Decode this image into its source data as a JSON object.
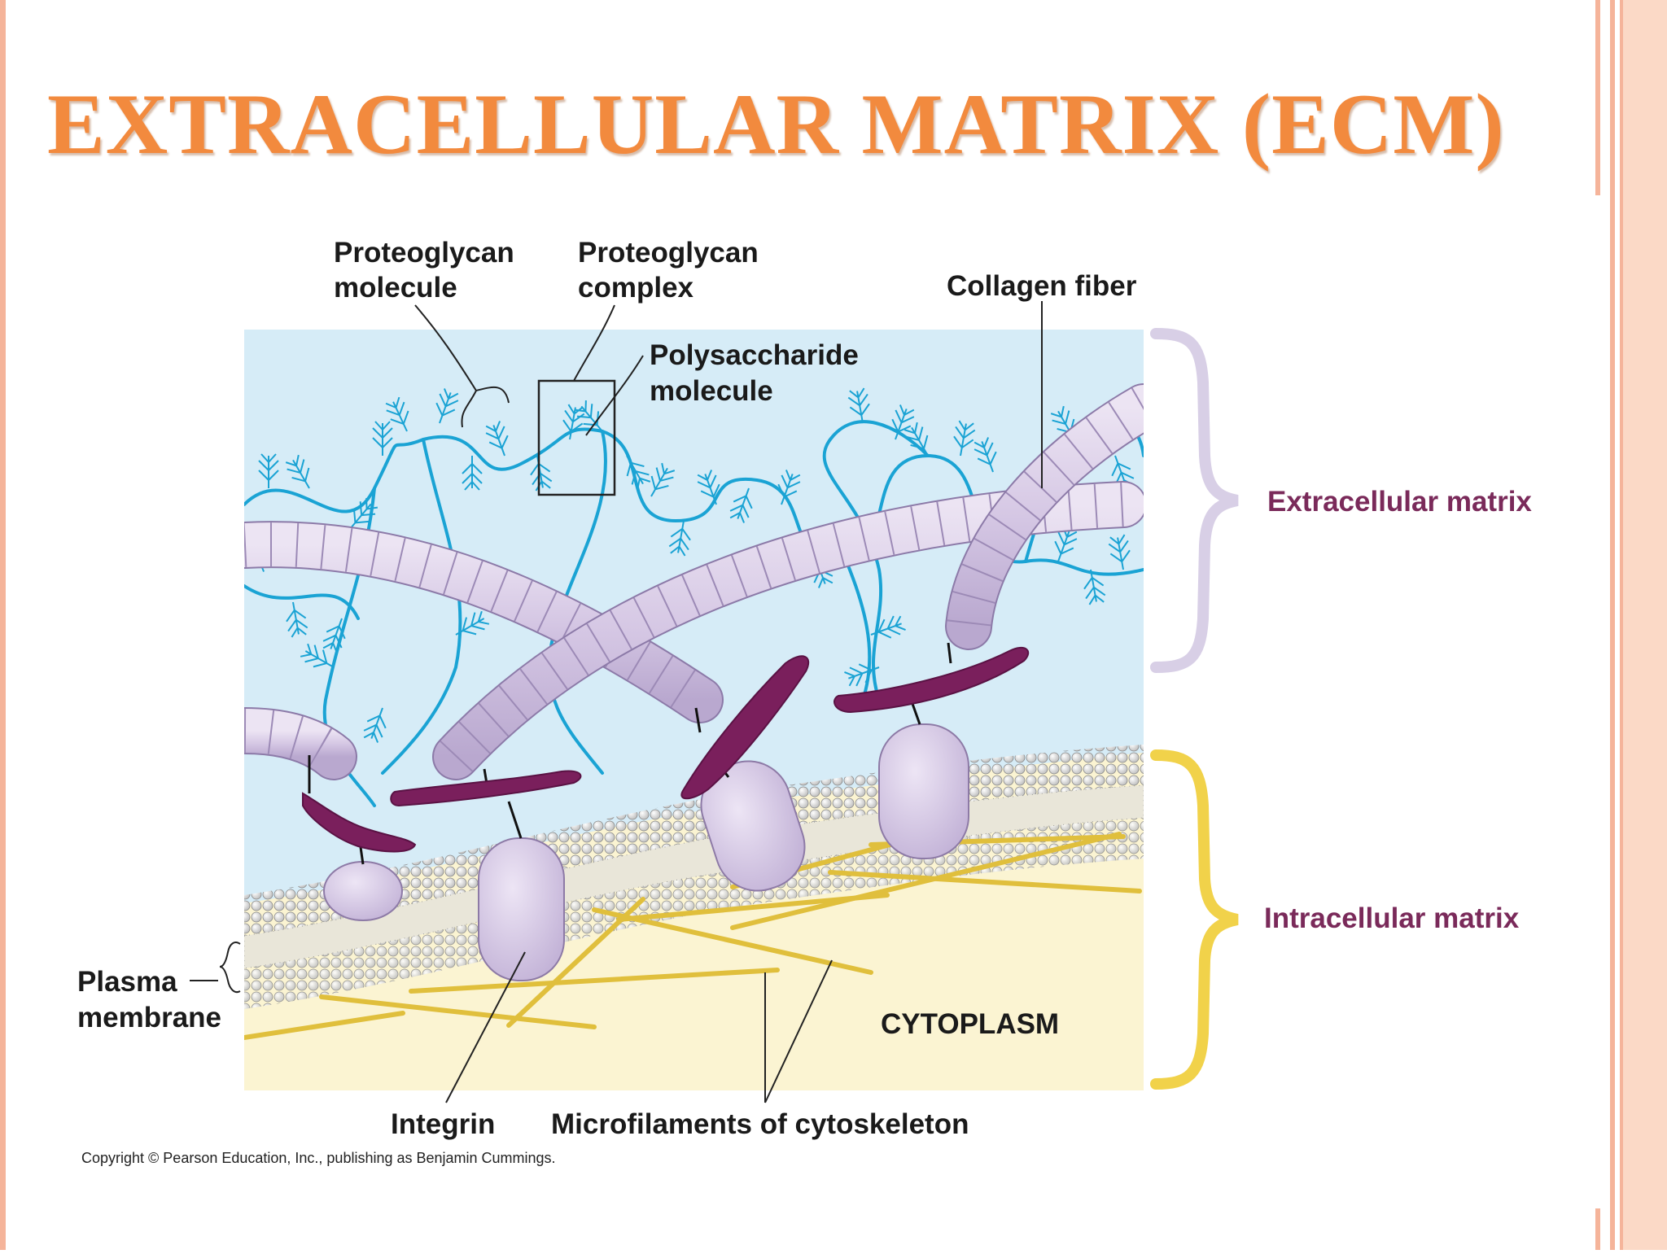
{
  "title": "EXTRACELLULAR MATRIX (ECM)",
  "labels": {
    "proteoglycan_molecule": [
      "Proteoglycan",
      "molecule"
    ],
    "proteoglycan_complex": [
      "Proteoglycan",
      "complex"
    ],
    "polysaccharide_molecule": [
      "Polysaccharide",
      "molecule"
    ],
    "collagen_fiber": "Collagen fiber",
    "plasma_membrane": [
      "Plasma",
      "membrane"
    ],
    "cytoplasm": "CYTOPLASM",
    "integrin": "Integrin",
    "microfilaments": "Microfilaments of cytoskeleton",
    "extracellular_matrix": "Extracellular matrix",
    "intracellular_matrix": "Intracellular matrix"
  },
  "copyright": "Copyright © Pearson Education, Inc., publishing as Benjamin Cummings.",
  "colors": {
    "title": "#f28a3e",
    "ecm_background": "#d6ecf7",
    "cytoplasm_background": "#fbf4d2",
    "proteoglycan": "#1aa3d4",
    "collagen": "#d4c6e2",
    "fibronectin": "#7a1f5c",
    "integrin": "#d9cce8",
    "microfilament": "#e8c94a",
    "extracellular_brace": "#d8cfe6",
    "intracellular_brace": "#f1d24a",
    "brace_label": "#7a2a5a",
    "border": "#f5b49a"
  }
}
